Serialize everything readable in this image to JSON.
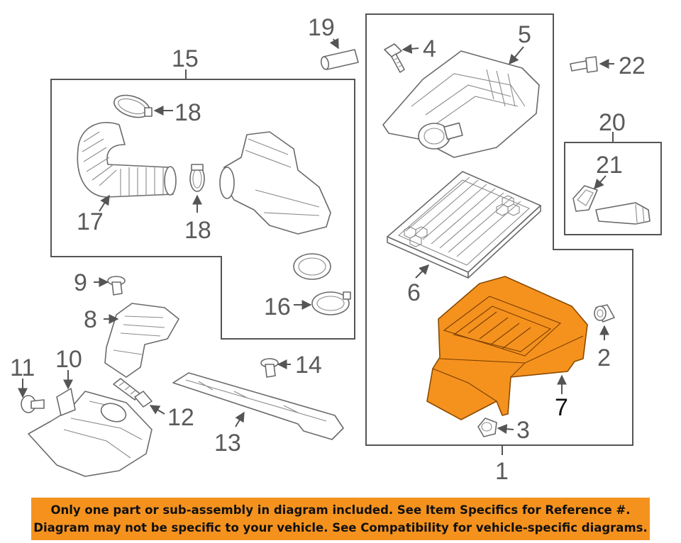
{
  "callouts": {
    "c1": "1",
    "c2": "2",
    "c3": "3",
    "c4": "4",
    "c5": "5",
    "c6": "6",
    "c7": "7",
    "c8": "8",
    "c9": "9",
    "c10": "10",
    "c11": "11",
    "c12": "12",
    "c13": "13",
    "c14": "14",
    "c15": "15",
    "c16": "16",
    "c17": "17",
    "c18a": "18",
    "c18b": "18",
    "c19": "19",
    "c20": "20",
    "c21": "21",
    "c22": "22"
  },
  "highlight_color": "#f5921e",
  "disclaimer": {
    "line1": "Only one part or sub-assembly in diagram included. See Item Specifics for Reference #.",
    "line2": "Diagram may not be specific to your vehicle. See Compatibility for vehicle-specific diagrams."
  }
}
